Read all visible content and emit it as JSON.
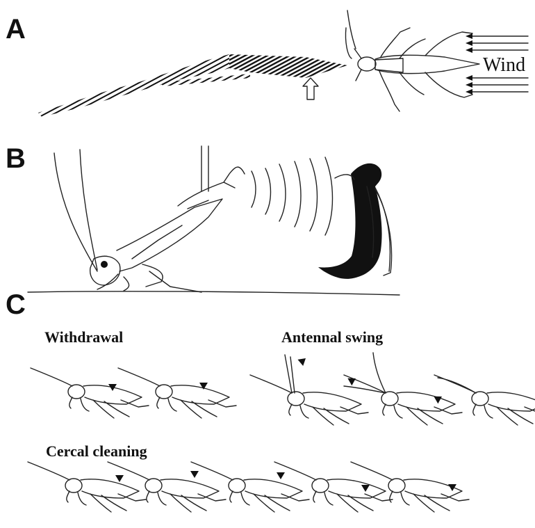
{
  "figure": {
    "panels": {
      "a": {
        "label": "A",
        "wind_label": "Wind"
      },
      "b": {
        "label": "B"
      },
      "c": {
        "label": "C",
        "groups": {
          "withdrawal": {
            "title": "Withdrawal"
          },
          "antennal_swing": {
            "title": "Antennal swing"
          },
          "cercal_cleaning": {
            "title": "Cercal cleaning"
          }
        }
      }
    }
  }
}
